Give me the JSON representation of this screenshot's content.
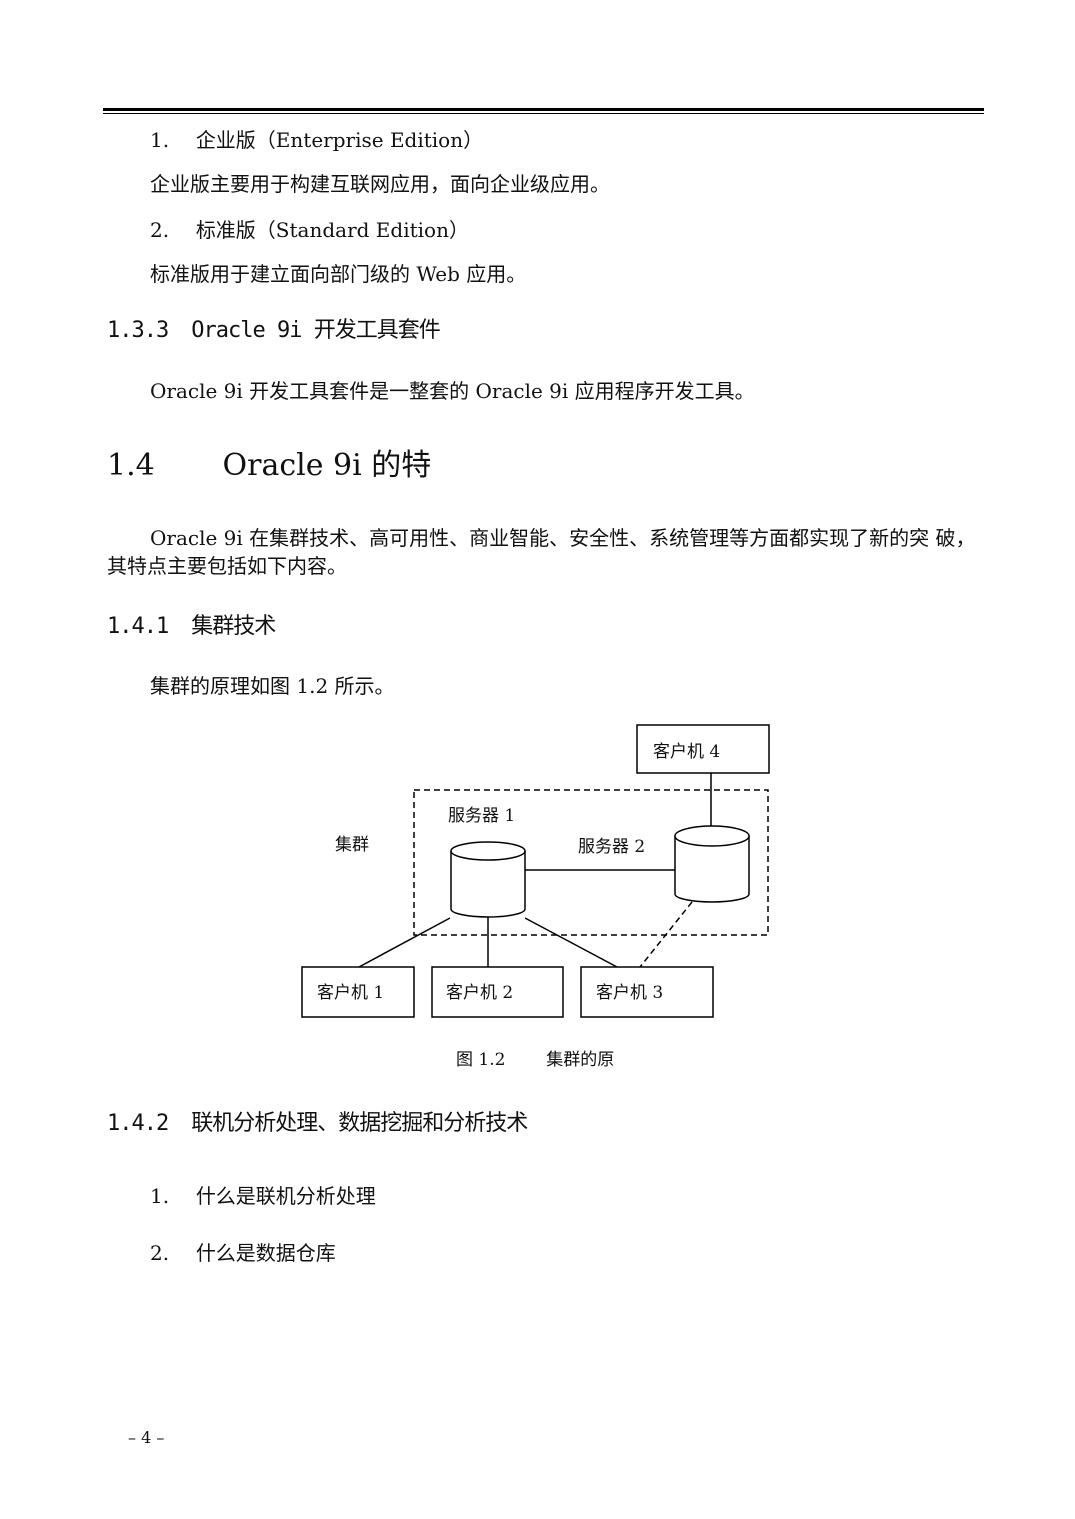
{
  "list1": {
    "item1": {
      "num": "1.",
      "text": "企业版（Enterprise Edition）"
    },
    "item1_desc": "企业版主要用于构建互联网应用，面向企业级应用。",
    "item2": {
      "num": "2.",
      "text": "标准版（Standard Edition）"
    },
    "item2_desc": "标准版用于建立面向部门级的 Web 应用。"
  },
  "section_133": {
    "num": "1.3.3",
    "title": "Oracle 9i 开发工具套件",
    "body": "Oracle 9i 开发工具套件是一整套的 Oracle 9i 应用程序开发工具。"
  },
  "section_14": {
    "num": "1.4",
    "title": "Oracle 9i 的特",
    "body_line1": "Oracle 9i 在集群技术、高可用性、商业智能、安全性、系统管理等方面都实现了新的突 破，",
    "body_line2": "其特点主要包括如下内容。"
  },
  "section_141": {
    "num": "1.4.1",
    "title": "集群技术",
    "body": "集群的原理如图 1.2 所示。"
  },
  "figure": {
    "cluster_label": "集群",
    "server1": "服务器 1",
    "server2": "服务器 2",
    "client1": "客户机 1",
    "client2": "客户机 2",
    "client3": "客户机 3",
    "client4": "客户机 4",
    "caption_num": "图 1.2",
    "caption_text": "集群的原"
  },
  "section_142": {
    "num": "1.4.2",
    "title": "联机分析处理、数据挖掘和分析技术",
    "item1": {
      "num": "1.",
      "text": "什么是联机分析处理"
    },
    "item2": {
      "num": "2.",
      "text": "什么是数据仓库"
    }
  },
  "footer": {
    "page": "– 4 –"
  }
}
